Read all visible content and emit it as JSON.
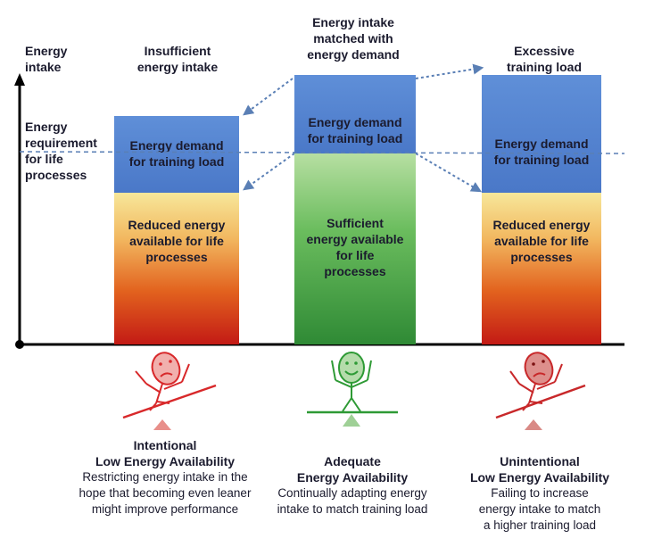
{
  "axis": {
    "label": "Energy\nintake"
  },
  "requirement_label": "Energy\nrequirement\nfor life\nprocesses",
  "columns": [
    {
      "heading": "Insufficient\nenergy intake",
      "demand_text": "Energy demand\nfor training load",
      "lower_text": "Reduced energy\navailable for life\nprocesses",
      "caption_title": "Intentional\nLow Energy Availability",
      "caption_desc": "Restricting energy intake in the\nhope that becoming even leaner\nmight improve performance",
      "mood": "sad",
      "color": "#d8282a"
    },
    {
      "heading": "Energy intake\nmatched with\nenergy demand",
      "demand_text": "Energy demand\nfor training load",
      "lower_text": "Sufficient\nenergy available\nfor life\nprocesses",
      "caption_title": "Adequate\nEnergy Availability",
      "caption_desc": "Continually adapting energy\nintake to match training load",
      "mood": "happy",
      "color": "#2e9a35"
    },
    {
      "heading": "Excessive\ntraining load",
      "demand_text": "Energy demand\nfor training load",
      "lower_text": "Reduced energy\navailable for life\nprocesses",
      "caption_title": "Unintentional\nLow Energy Availability",
      "caption_desc": "Failing to increase\nenergy intake to match\na higher training load",
      "mood": "sad",
      "color": "#c8282a"
    }
  ],
  "colors": {
    "demand": "#4a78c8",
    "reduced_top": "#f7e79a",
    "reduced_bottom": "#c31a15",
    "sufficient_top": "#b7dfa2",
    "sufficient_bottom": "#2f8a35",
    "axis": "#000000",
    "dashed_line": "#5a7fb5",
    "arrow": "#5a7fb5"
  }
}
